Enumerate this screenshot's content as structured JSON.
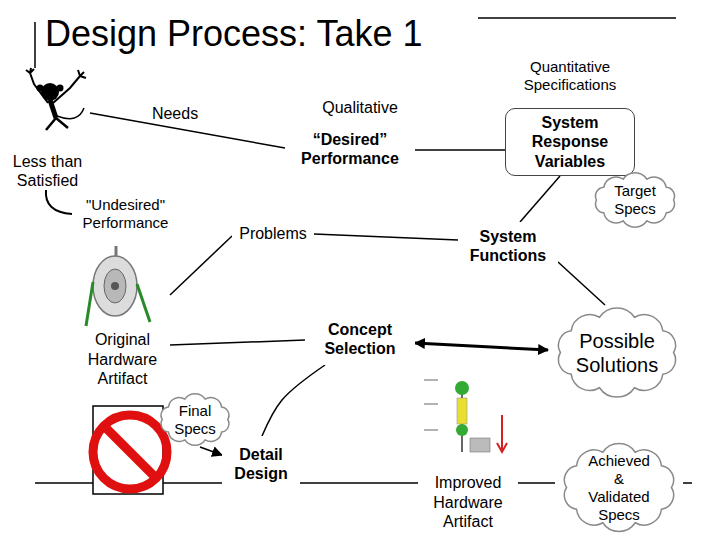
{
  "diagram": {
    "title": "Design Process: Take 1",
    "nodes": [
      {
        "text": [
          "Less than Satisfied"
        ]
      },
      {
        "text": [
          "“Desired” Performance"
        ]
      },
      {
        "text": [
          "System Response Variables"
        ]
      },
      {
        "text": [
          "Target Specs"
        ]
      },
      {
        "text": [
          "Problems"
        ]
      },
      {
        "text": [
          "System Functions"
        ]
      },
      {
        "text": [
          "Original Hardware Artifact"
        ]
      },
      {
        "text": [
          "Concept Selection"
        ]
      },
      {
        "text": [
          "Possible Solutions"
        ]
      },
      {
        "text": [
          "Final Specs"
        ]
      },
      {
        "text": [
          "Detail Design"
        ]
      },
      {
        "text": [
          "Improved Hardware Artifact"
        ]
      },
      {
        "text": [
          "Achieved & Validated Specs"
        ]
      }
    ],
    "edges": [
      {
        "from": 0,
        "to": 1,
        "arrow": "none",
        "label": "Needs"
      },
      {
        "from": 1,
        "to": 2,
        "arrow": "none"
      },
      {
        "from": 2,
        "to": 5,
        "arrow": "none"
      },
      {
        "from": 6,
        "to": 4,
        "arrow": "none"
      },
      {
        "from": 4,
        "to": 5,
        "arrow": "none"
      },
      {
        "from": 5,
        "to": 8,
        "arrow": "none"
      },
      {
        "from": 7,
        "to": 8,
        "arrow": "both"
      },
      {
        "from": 6,
        "to": 7,
        "arrow": "none"
      },
      {
        "from": 7,
        "to": 10,
        "arrow": "none"
      },
      {
        "from": 9,
        "to": 10,
        "arrow": "to"
      },
      {
        "from": 10,
        "to": 11,
        "arrow": "none"
      },
      {
        "from": 11,
        "to": 12,
        "arrow": "none"
      }
    ],
    "labels": [
      "Quantitative Specifications",
      "Qualitative",
      "\"Undesired\" Performance"
    ]
  }
}
